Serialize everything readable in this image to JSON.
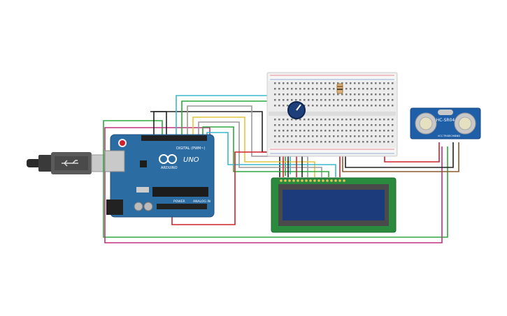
{
  "arduino": {
    "logo_text": "UNO",
    "digital_label": "DIGITAL (PWM~)",
    "power_label": "POWER",
    "analog_label": "ANALOG IN",
    "brand_text": "ARDUINO",
    "color": "#2b6ca3"
  },
  "lcd": {
    "screen_color": "#1c3b7a",
    "board_color": "#2a8a3e",
    "text": ""
  },
  "sensor": {
    "model_label": "HC-SR04",
    "pin_labels": [
      "VCC",
      "TRIG",
      "ECHO",
      "GND"
    ],
    "board_color": "#1f5fa8"
  },
  "usb_cable": {
    "icon": "usb-plug-icon"
  },
  "potentiometer": {
    "icon": "potentiometer-knob-icon"
  },
  "resistor": {
    "icon": "resistor-icon"
  },
  "wire_colors": {
    "red": "#d3202a",
    "black": "#222222",
    "green": "#2eaa3d",
    "magenta": "#c0307e",
    "yellow": "#e9c43a",
    "cyan": "#39b8cf",
    "gray": "#9a9a9a",
    "brown": "#8a5a2b"
  }
}
